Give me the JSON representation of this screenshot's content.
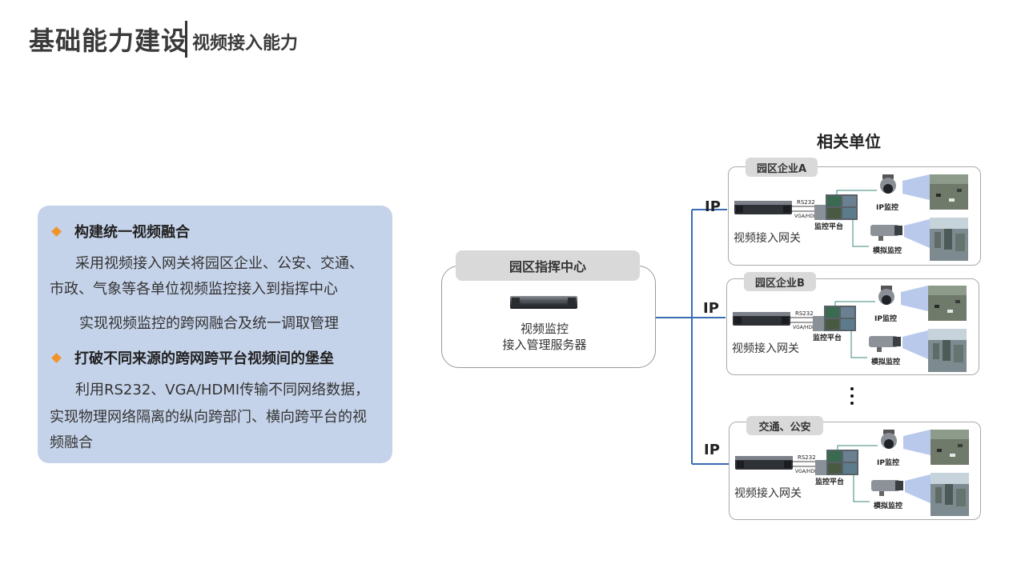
{
  "header": {
    "title": "基础能力建设",
    "subtitle": "视频接入能力"
  },
  "info": {
    "bullet1": "构建统一视频融合",
    "para1_line1": "采用视频接入网关将园区企业、公安、交通、",
    "para1_line2": "市政、气象等各单位视频监控接入到指挥中心",
    "para1_line3": "实现视频监控的跨网融合及统一调取管理",
    "bullet2": "打破不同来源的跨网跨平台视频间的堡垒",
    "para2_line1": "利用RS232、VGA/HDMI传输不同网络数据，",
    "para2_line2": "实现物理网络隔离的纵向跨部门、横向跨平台的视",
    "para2_line3": "频融合"
  },
  "center": {
    "header": "园区指挥中心",
    "label_line1": "视频监控",
    "label_line2": "接入管理服务器"
  },
  "units_title": "相关单位",
  "units": [
    {
      "name": "园区企业A",
      "ip": "IP",
      "gateway": "视频接入网关",
      "rs232": "RS232",
      "vga": "VGA/HDMI",
      "platform": "监控平台",
      "ip_cam": "IP监控",
      "analog_cam": "模拟监控"
    },
    {
      "name": "园区企业B",
      "ip": "IP",
      "gateway": "视频接入网关",
      "rs232": "RS232",
      "vga": "VGA/HDMI",
      "platform": "监控平台",
      "ip_cam": "IP监控",
      "analog_cam": "模拟监控"
    },
    {
      "name": "交通、公安",
      "ip": "IP",
      "gateway": "视频接入网关",
      "rs232": "RS232",
      "vga": "VGA/HDMI",
      "platform": "监控平台",
      "ip_cam": "IP监控",
      "analog_cam": "模拟监控"
    }
  ],
  "colors": {
    "panel_bg": "#c5d3ea",
    "bullet": "#f0942a",
    "connector": "#3b6bb5",
    "tab_bg": "#d9d9d9"
  }
}
